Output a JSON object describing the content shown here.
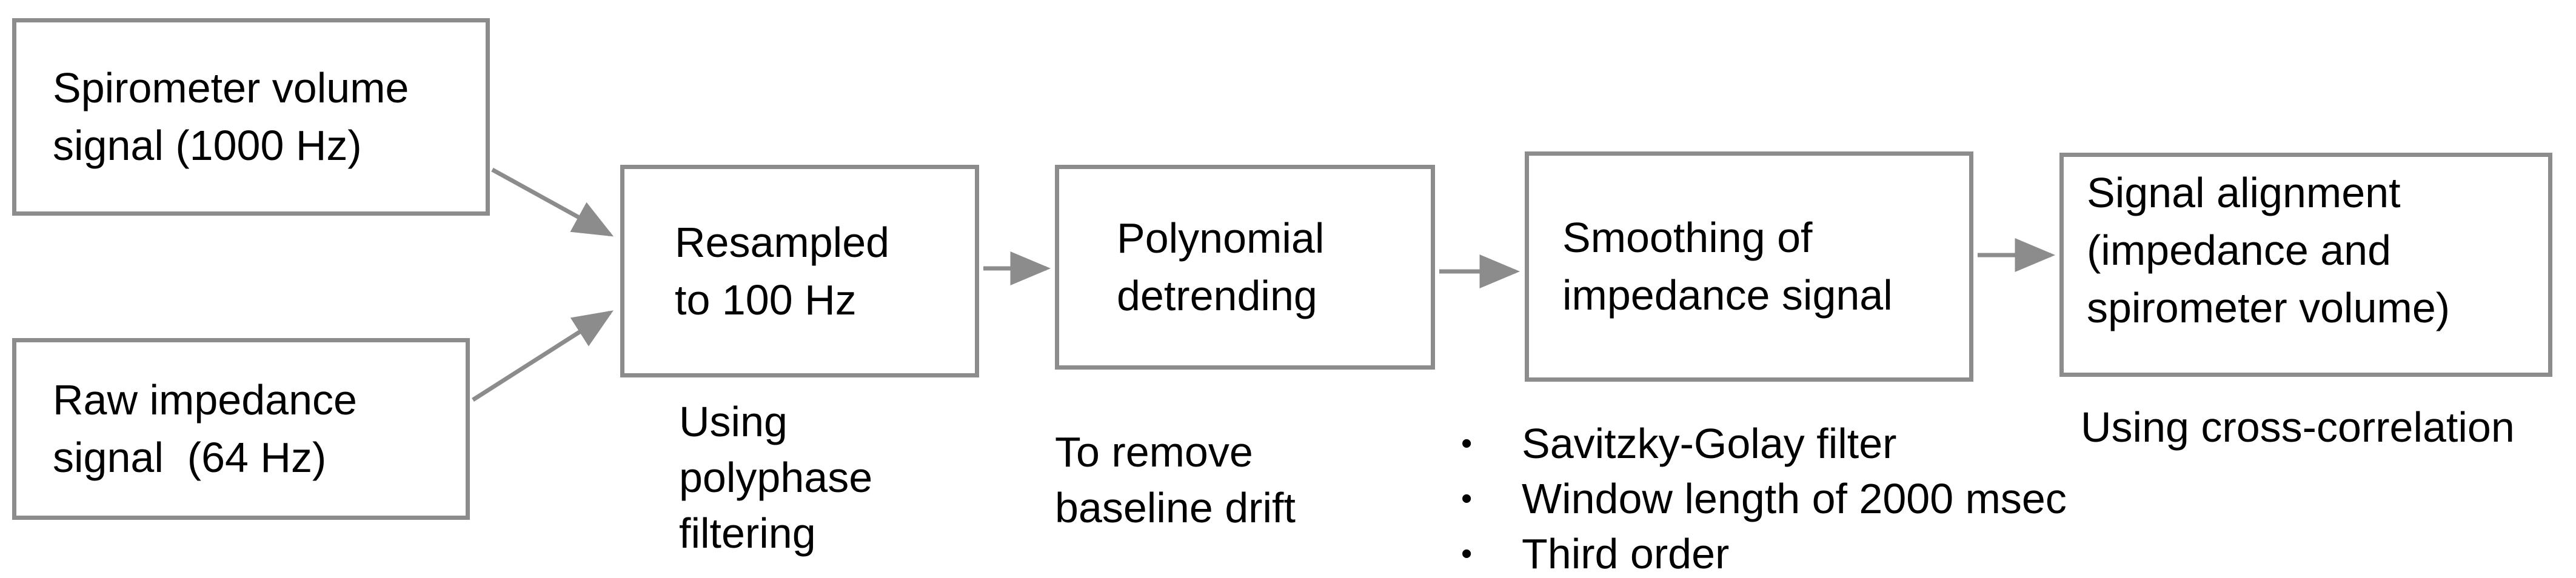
{
  "diagram": {
    "colors": {
      "background": "#ffffff",
      "border": "#8c8c8c",
      "arrow": "#8c8c8c",
      "text": "#000000"
    },
    "bullet_glyph": "•",
    "boxes": [
      {
        "id": "spirometer",
        "label": "Spirometer volume\nsignal (1000 Hz)"
      },
      {
        "id": "impedance",
        "label": "Raw impedance\nsignal  (64 Hz)"
      },
      {
        "id": "resample",
        "label": "Resampled\nto 100 Hz",
        "note": "Using\npolyphase\nfiltering"
      },
      {
        "id": "detrend",
        "label": "Polynomial\ndetrending",
        "note": "To remove\nbaseline drift"
      },
      {
        "id": "smooth",
        "label": "Smoothing of\nimpedance signal",
        "bullets": [
          "Savitzky-Golay filter",
          "Window length of 2000 msec",
          "Third order"
        ]
      },
      {
        "id": "align",
        "label": "Signal alignment\n(impedance and\nspirometer volume)",
        "note": "Using cross-correlation"
      }
    ],
    "arrows": [
      {
        "from": "spirometer",
        "to": "resample"
      },
      {
        "from": "impedance",
        "to": "resample"
      },
      {
        "from": "resample",
        "to": "detrend"
      },
      {
        "from": "detrend",
        "to": "smooth"
      },
      {
        "from": "smooth",
        "to": "align"
      }
    ]
  }
}
